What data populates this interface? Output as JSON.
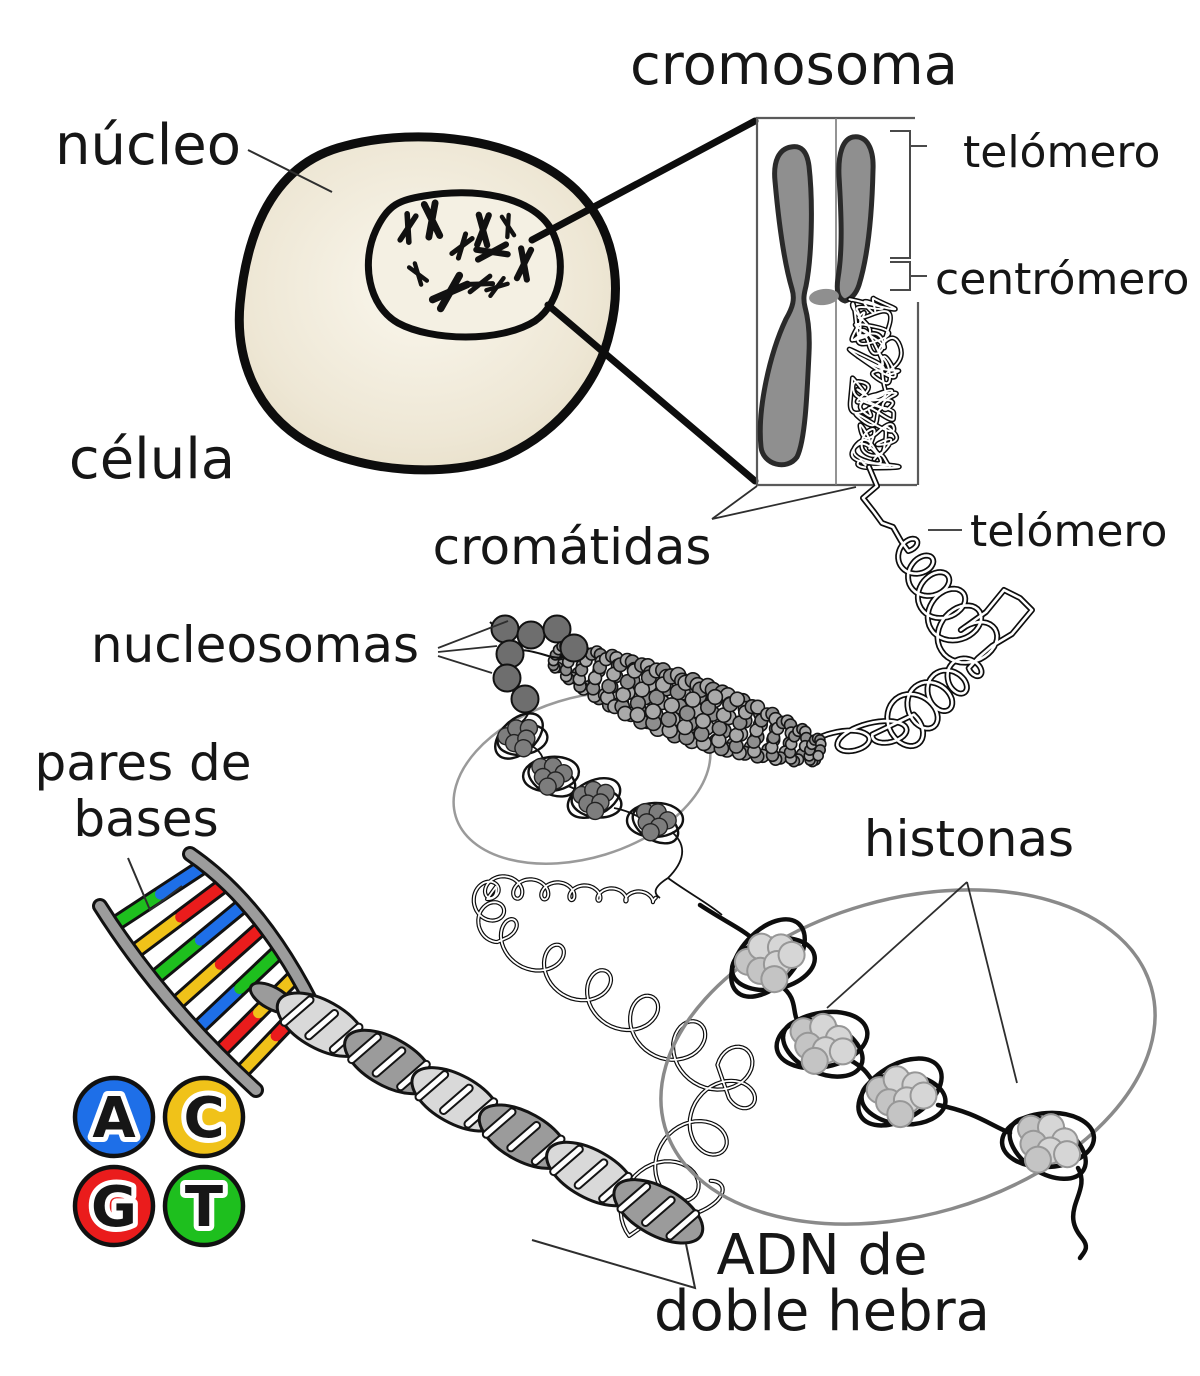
{
  "labels": {
    "cromosoma": "cromosoma",
    "nucleo": "núcleo",
    "celula": "célula",
    "telomero_top": "telómero",
    "centromero": "centrómero",
    "telomero_mid": "telómero",
    "cromatidas": "cromátidas",
    "nucleosomas": "nucleosomas",
    "pares_line1": "pares de",
    "pares_line2": "bases",
    "histonas": "histonas",
    "adn_line1": "ADN de",
    "adn_line2": "doble hebra"
  },
  "bases": [
    {
      "letter": "A",
      "color": "#1e6fe8"
    },
    {
      "letter": "C",
      "color": "#f0c219"
    },
    {
      "letter": "G",
      "color": "#ea1c1c"
    },
    {
      "letter": "T",
      "color": "#1ebf1e"
    }
  ],
  "ladder_rungs": [
    [
      "green",
      "blue"
    ],
    [
      "yellow",
      "red"
    ],
    [
      "green",
      "blue"
    ],
    [
      "yellow",
      "red"
    ],
    [
      "blue",
      "green"
    ],
    [
      "red",
      "yellow"
    ],
    [
      "yellow",
      "red"
    ]
  ],
  "palette": {
    "blue": "#1e6fe8",
    "yellow": "#f0c219",
    "red": "#ea1c1c",
    "green": "#1ebf1e",
    "chromosome_gray": "#8f8f8f",
    "cell_fill": "#ece5d2",
    "cell_center": "#faf7ed",
    "histone_light": "#d6d6d6",
    "histone_dark": "#7d7d7d",
    "outline": "#0d0d0d"
  }
}
